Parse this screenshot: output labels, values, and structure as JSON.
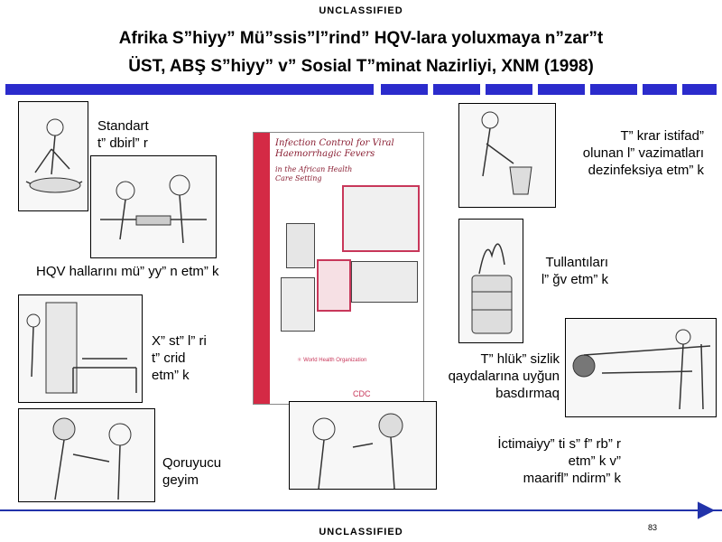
{
  "header": {
    "classification_top": "UNCLASSIFIED",
    "title_line1": "Afrika S”hiyy” Mü”ssis”l”rind” HQV-lara yoluxmaya n”zar”t",
    "title_line2": "ÜST, ABŞ S”hiyy” v” Sosial T”minat Nazirliyi, XNM (1998)"
  },
  "labels": {
    "standard_1": "Standart",
    "standard_2": "t” dbirl” r",
    "identify": "HQV hallarını mü” yy” n etm” k",
    "isolate_1": "X” st” l” ri",
    "isolate_2": "t” crid",
    "isolate_3": "etm” k",
    "protective_1": "Qoruyucu",
    "protective_2": "geyim",
    "disinfect_1": "T” krar istifad”",
    "disinfect_2": "olunan l” vazimatları",
    "disinfect_3": "dezinfeksiya etm” k",
    "waste_1": "Tullantıları",
    "waste_2": "l” ğv etm” k",
    "burial_1": "T” hlük” sizlik",
    "burial_2": "qaydalarına uyğun",
    "burial_3": "basdırmaq",
    "community_1": "İctimaiyy” ti s” f” rb” r",
    "community_2": "etm” k v”",
    "community_3": "maarifl” ndirm” k"
  },
  "cover": {
    "title": "Infection Control for Viral Haemorrhagic Fevers",
    "subtitle": "in the African Health Care Setting",
    "who": "World Health Organization",
    "cdc": "CDC"
  },
  "footer": {
    "page_number": "83",
    "classification_bottom": "UNCLASSIFIED"
  },
  "colors": {
    "bar_blue": "#2b2bcc",
    "cover_red": "#d42a45",
    "arrow_blue": "#2233aa"
  }
}
